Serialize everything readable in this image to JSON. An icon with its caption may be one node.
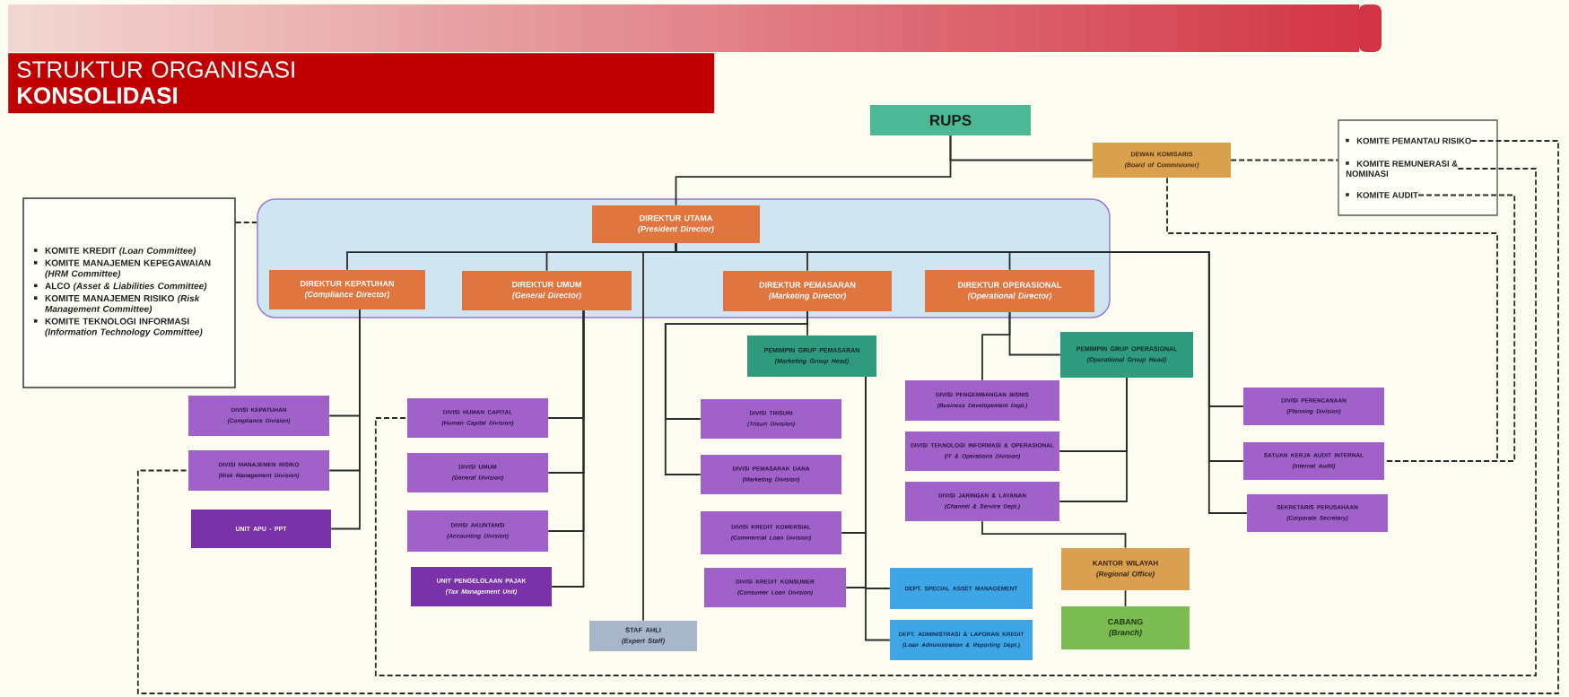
{
  "diagram": {
    "title": "STRUKTUR ORGANISASI **KONSOLIDASI**",
    "nodes": [
      {
        "text": [
          "RUPS"
        ]
      },
      {
        "text": [
          "DEWAN KOMISARIS",
          "(Board of Commisioner)"
        ]
      },
      {
        "text": [],
        "shape": "box"
      },
      {
        "text": [
          "KOMITE PEMANTAU RISIKO"
        ],
        "in": 2
      },
      {
        "text": [
          "KOMITE REMUNERASI & NOMINASI"
        ],
        "in": 2
      },
      {
        "text": [
          "KOMITE AUDIT"
        ],
        "in": 2
      },
      {
        "text": [
          "KOMITE KREDIT *(Loan Committee)*",
          "KOMITE MANAJEMEN KEPEGAWAIAN *(HRM Committee)*",
          "ALCO *(Asset & Liabilities Committee)*",
          "KOMITE MANAJEMEN RISIKO *(Risk Management Committee)*",
          "KOMITE TEKNOLOGI INFORMASI *(Information Technology Committee)*"
        ]
      },
      {
        "text": [],
        "shape": "box"
      },
      {
        "text": [
          "DIREKTUR UTAMA",
          "(President Director)"
        ],
        "in": 7
      },
      {
        "text": [
          "DIREKTUR KEPATUHAN",
          "(Compliance Director)"
        ],
        "in": 7
      },
      {
        "text": [
          "DIREKTUR UMUM",
          "(General Director)"
        ],
        "in": 7
      },
      {
        "text": [
          "DIREKTUR PEMASARAN",
          "(Marketing Director)"
        ],
        "in": 7
      },
      {
        "text": [
          "DIREKTUR OPERASIONAL",
          "(Operational Director)"
        ],
        "in": 7
      },
      {
        "text": [
          "PEMIMPIN GRUP PEMASARAN",
          "(Marketing Group Head)"
        ]
      },
      {
        "text": [
          "PEMIMPIN GRUP OPERASIONAL",
          "(Operational Group Head)"
        ]
      },
      {
        "text": [
          "DIVISI PENGEMBANGAN BISNIS",
          "(Business Developement Dept.)"
        ]
      },
      {
        "text": [
          "DIVISI PERENCANAAN",
          "(Planning Division)"
        ]
      },
      {
        "text": [
          "DIVISI KEPATUHAN",
          "(Compliance Division)"
        ]
      },
      {
        "text": [
          "DIVISI HUMAN CAPITAL",
          "(Human Capital Division)"
        ]
      },
      {
        "text": [
          "DIVISI TRISURI",
          "(Trisuri Division)"
        ]
      },
      {
        "text": [
          "DIVISI TEKNOLOGI INFORMASI & OPERASIONAL",
          "(IT & Operations Division)"
        ]
      },
      {
        "text": [
          "SATUAN KERJA AUDIT INTERNAL",
          "(Internal Audit)"
        ]
      },
      {
        "text": [
          "DIVISI MANAJEMEN RISIKO",
          "(Risk Management Division)"
        ]
      },
      {
        "text": [
          "DIVISI UMUM",
          "(General Division)"
        ]
      },
      {
        "text": [
          "DIVISI PEMASARAK DANA",
          "(Marketing Division)"
        ]
      },
      {
        "text": [
          "DIVISI JARINGAN & LAYANAN",
          "(Channel & Service Dept.)"
        ]
      },
      {
        "text": [
          "SEKRETARIS PERUSAHAAN",
          "(Corporate Secretary)"
        ]
      },
      {
        "text": [
          "UNIT APU - PPT"
        ]
      },
      {
        "text": [
          "DIVISI AKUNTANSI",
          "(Accounting Division)"
        ]
      },
      {
        "text": [
          "DIVISI KREDIT KOMERSIAL",
          "(Commercial Loan Division)"
        ]
      },
      {
        "text": [
          "KANTOR WILAYAH",
          "(Regional Office)"
        ]
      },
      {
        "text": [
          "UNIT PENGELOLAAN PAJAK",
          "(Tax Management Unit)"
        ]
      },
      {
        "text": [
          "DIVISI KREDIT KONSUMER",
          "(Consumer Loan Division)"
        ]
      },
      {
        "text": [
          "DEPT. SPECIAL ASSET MANAGEMENT"
        ]
      },
      {
        "text": [
          "CABANG",
          "(Branch)"
        ]
      },
      {
        "text": [
          "DEPT. ADMINISTRASI & LAPORAN KREDIT",
          "(Loan Administration & Reporting Dept.)"
        ]
      },
      {
        "text": [
          "STAF AHLI",
          "(Expert Staff)"
        ]
      }
    ],
    "edges": [
      {
        "from": 0,
        "to": 8,
        "arrow": "none"
      },
      {
        "from": 0,
        "to": 1,
        "arrow": "none"
      },
      {
        "from": 1,
        "to": 2,
        "arrow": "none",
        "style": "dashed"
      },
      {
        "from": 1,
        "to": 21,
        "arrow": "none",
        "style": "dashed"
      },
      {
        "from": 3,
        "to": 22,
        "arrow": "none",
        "style": "dashed"
      },
      {
        "from": 4,
        "to": 18,
        "arrow": "none",
        "style": "dashed"
      },
      {
        "from": 5,
        "to": 21,
        "arrow": "none",
        "style": "dashed"
      },
      {
        "from": 6,
        "to": 7,
        "arrow": "none",
        "style": "dashed"
      },
      {
        "from": 8,
        "to": 9,
        "arrow": "none"
      },
      {
        "from": 8,
        "to": 10,
        "arrow": "none"
      },
      {
        "from": 8,
        "to": 11,
        "arrow": "none"
      },
      {
        "from": 8,
        "to": 12,
        "arrow": "none"
      },
      {
        "from": 8,
        "to": 36,
        "arrow": "none"
      },
      {
        "from": 8,
        "to": 16,
        "arrow": "none"
      },
      {
        "from": 8,
        "to": 21,
        "arrow": "none"
      },
      {
        "from": 8,
        "to": 26,
        "arrow": "none"
      },
      {
        "from": 9,
        "to": 17,
        "arrow": "none"
      },
      {
        "from": 9,
        "to": 22,
        "arrow": "none"
      },
      {
        "from": 9,
        "to": 27,
        "arrow": "none"
      },
      {
        "from": 10,
        "to": 18,
        "arrow": "none"
      },
      {
        "from": 10,
        "to": 23,
        "arrow": "none"
      },
      {
        "from": 10,
        "to": 28,
        "arrow": "none"
      },
      {
        "from": 10,
        "to": 31,
        "arrow": "none"
      },
      {
        "from": 11,
        "to": 13,
        "arrow": "none"
      },
      {
        "from": 11,
        "to": 19,
        "arrow": "none"
      },
      {
        "from": 11,
        "to": 24,
        "arrow": "none"
      },
      {
        "from": 13,
        "to": 29,
        "arrow": "none"
      },
      {
        "from": 13,
        "to": 32,
        "arrow": "none"
      },
      {
        "from": 13,
        "to": 33,
        "arrow": "none"
      },
      {
        "from": 13,
        "to": 35,
        "arrow": "none"
      },
      {
        "from": 12,
        "to": 14,
        "arrow": "none"
      },
      {
        "from": 12,
        "to": 15,
        "arrow": "none"
      },
      {
        "from": 14,
        "to": 20,
        "arrow": "none"
      },
      {
        "from": 14,
        "to": 25,
        "arrow": "none"
      },
      {
        "from": 25,
        "to": 30,
        "arrow": "none"
      },
      {
        "from": 30,
        "to": 34,
        "arrow": "none"
      }
    ]
  }
}
